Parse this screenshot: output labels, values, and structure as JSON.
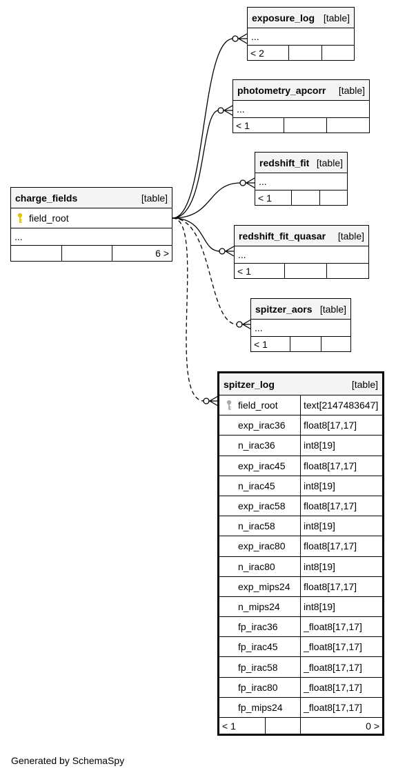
{
  "credit": "Generated by SchemaSpy",
  "tables": {
    "exposure_log": {
      "name": "exposure_log",
      "type": "[table]",
      "row": "...",
      "foot": [
        "< 2",
        "",
        ""
      ]
    },
    "photometry_apcorr": {
      "name": "photometry_apcorr",
      "type": "[table]",
      "row": "...",
      "foot": [
        "< 1",
        "",
        ""
      ]
    },
    "redshift_fit": {
      "name": "redshift_fit",
      "type": "[table]",
      "row": "...",
      "foot": [
        "< 1",
        "",
        ""
      ]
    },
    "redshift_fit_quasar": {
      "name": "redshift_fit_quasar",
      "type": "[table]",
      "row": "...",
      "foot": [
        "< 1",
        "",
        ""
      ]
    },
    "spitzer_aors": {
      "name": "spitzer_aors",
      "type": "[table]",
      "row": "...",
      "foot": [
        "< 1",
        "",
        ""
      ]
    },
    "charge_fields": {
      "name": "charge_fields",
      "type": "[table]",
      "key_column": "field_root",
      "row": "...",
      "foot": [
        "",
        "",
        "6 >"
      ]
    },
    "spitzer_log": {
      "name": "spitzer_log",
      "type": "[table]",
      "columns": [
        {
          "name": "field_root",
          "type": "text[2147483647]"
        },
        {
          "name": "exp_irac36",
          "type": "float8[17,17]"
        },
        {
          "name": "n_irac36",
          "type": "int8[19]"
        },
        {
          "name": "exp_irac45",
          "type": "float8[17,17]"
        },
        {
          "name": "n_irac45",
          "type": "int8[19]"
        },
        {
          "name": "exp_irac58",
          "type": "float8[17,17]"
        },
        {
          "name": "n_irac58",
          "type": "int8[19]"
        },
        {
          "name": "exp_irac80",
          "type": "float8[17,17]"
        },
        {
          "name": "n_irac80",
          "type": "int8[19]"
        },
        {
          "name": "exp_mips24",
          "type": "float8[17,17]"
        },
        {
          "name": "n_mips24",
          "type": "int8[19]"
        },
        {
          "name": "fp_irac36",
          "type": "_float8[17,17]"
        },
        {
          "name": "fp_irac45",
          "type": "_float8[17,17]"
        },
        {
          "name": "fp_irac58",
          "type": "_float8[17,17]"
        },
        {
          "name": "fp_irac80",
          "type": "_float8[17,17]"
        },
        {
          "name": "fp_mips24",
          "type": "_float8[17,17]"
        }
      ],
      "foot": [
        "< 1",
        "",
        "0 >"
      ]
    }
  },
  "colors": {
    "line": "#000000",
    "header_bg": "#f4f4f4",
    "key_yellow": "#e8c400",
    "key_gray": "#aaaaaa"
  }
}
